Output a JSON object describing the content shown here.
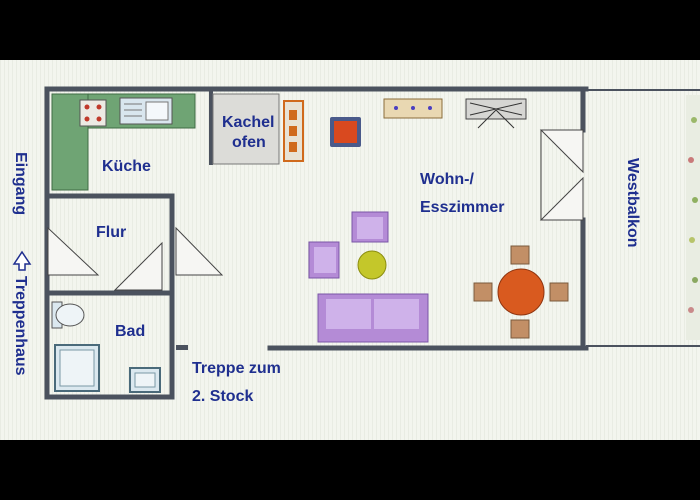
{
  "labels": {
    "kueche": "Küche",
    "kachel1": "Kachel",
    "kachel2": "ofen",
    "flur": "Flur",
    "bad": "Bad",
    "wohn1": "Wohn-/",
    "wohn2": "Esszimmer",
    "treppe1": "Treppe zum",
    "treppe2": "2. Stock",
    "westbalkon": "Westbalkon",
    "eingang": "Eingang",
    "treppenhaus": "Treppenhaus"
  },
  "colors": {
    "background": "#f0f3ea",
    "wall": "#4b525e",
    "text": "#1f2f8f",
    "counter_green": "#6fa474",
    "sofa": "#b48bd6",
    "table": "#d95a1f",
    "chair": "#c28f66",
    "lamp": "#c4c72a"
  },
  "icons": [
    "stove-icon",
    "sink-icon",
    "toilet-icon",
    "shower-icon",
    "washbasin-icon",
    "entry-arrow-icon"
  ]
}
